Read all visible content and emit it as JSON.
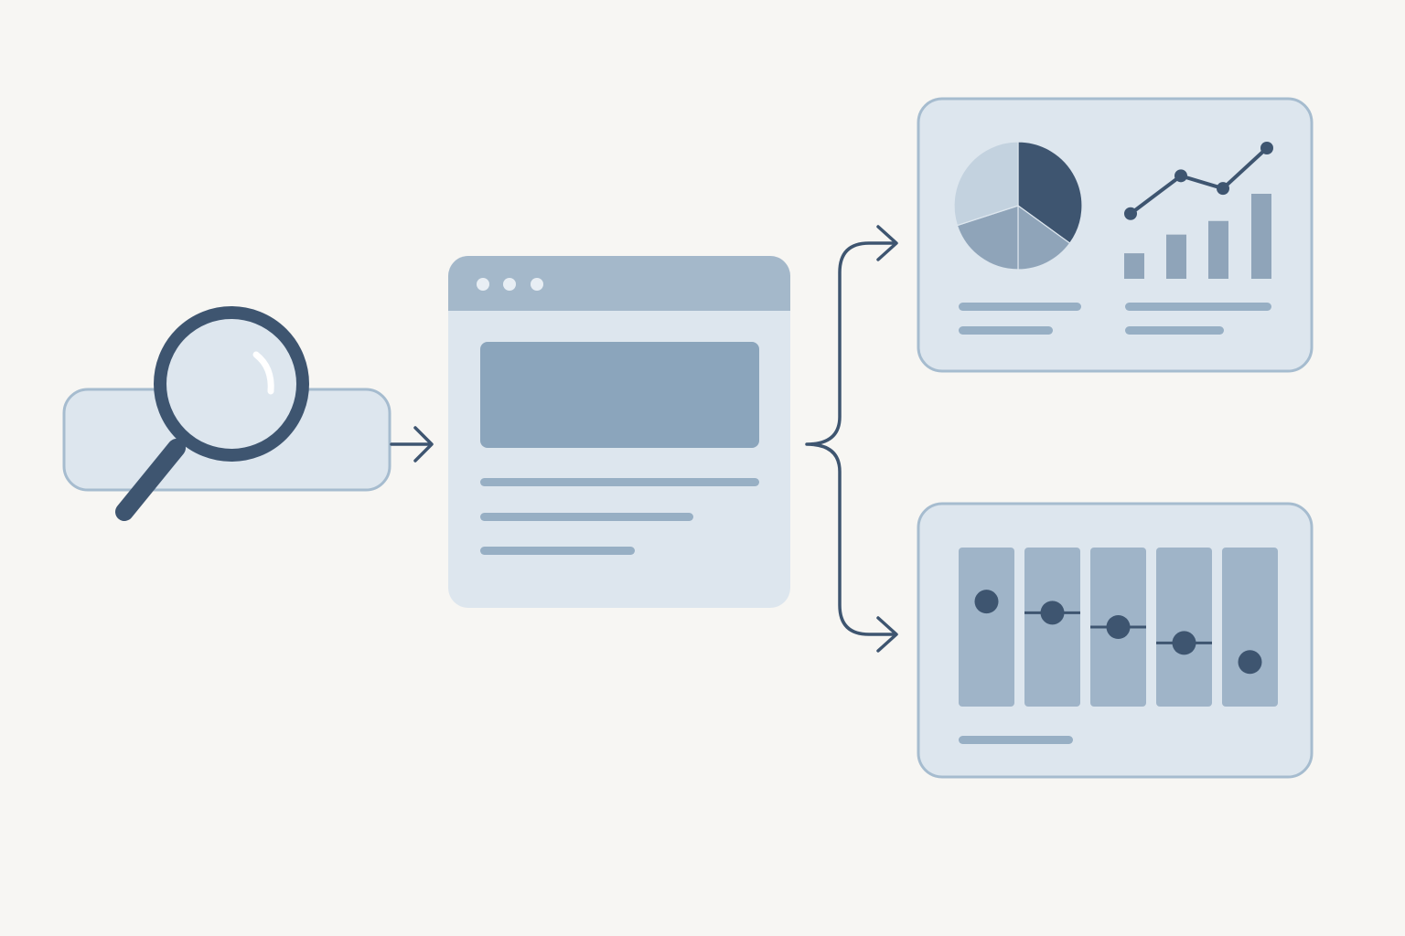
{
  "colors": {
    "background": "#f7f6f3",
    "panel_fill": "#dde6ee",
    "panel_border": "#a6bccf",
    "titlebar": "#a4b8ca",
    "block": "#8ba5bc",
    "placeholder_line": "#97afc4",
    "dark": "#3e5570",
    "mid": "#8fa4b9",
    "light": "#c3d2df",
    "column": "#9fb4c8"
  },
  "diagram": {
    "stages": [
      {
        "id": "search",
        "icon": "magnifying-glass-icon"
      },
      {
        "id": "web-page",
        "icon": "browser-window-icon"
      },
      {
        "id": "charts-dashboard",
        "icon": "pie-and-line-bar-chart-icon"
      },
      {
        "id": "data-columns",
        "icon": "slider-columns-icon"
      }
    ],
    "edges": [
      {
        "from": "search",
        "to": "web-page"
      },
      {
        "from": "web-page",
        "to": "charts-dashboard"
      },
      {
        "from": "web-page",
        "to": "data-columns"
      }
    ]
  },
  "dashboard": {
    "pie_shares": [
      0.35,
      0.15,
      0.2,
      0.3
    ],
    "bar_levels": [
      0.3,
      0.52,
      0.68,
      1.0
    ],
    "line_levels": [
      0.48,
      0.78,
      0.68,
      1.0
    ]
  },
  "sliders": {
    "levels": [
      0.66,
      0.59,
      0.5,
      0.4,
      0.28
    ]
  }
}
